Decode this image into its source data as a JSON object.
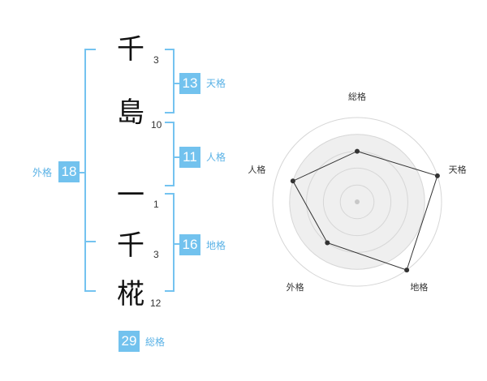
{
  "name": {
    "characters": [
      {
        "char": "千",
        "strokes": "3"
      },
      {
        "char": "島",
        "strokes": "10"
      },
      {
        "char": "一",
        "strokes": "1"
      },
      {
        "char": "千",
        "strokes": "3"
      },
      {
        "char": "椛",
        "strokes": "12"
      }
    ]
  },
  "fortunes": {
    "tenkaku": {
      "value": "13",
      "label": "天格"
    },
    "jinkaku": {
      "value": "11",
      "label": "人格"
    },
    "chikaku": {
      "value": "16",
      "label": "地格"
    },
    "gaikaku": {
      "value": "18",
      "label": "外格"
    },
    "soukaku": {
      "value": "29",
      "label": "総格"
    }
  },
  "colors": {
    "accent": "#72c2ee",
    "bracket": "#74c3f0"
  },
  "chart_data": {
    "type": "radar",
    "axes": [
      "総格",
      "天格",
      "地格",
      "外格",
      "人格"
    ],
    "values": [
      3,
      5,
      5,
      3,
      4
    ],
    "range": [
      0,
      5
    ]
  }
}
